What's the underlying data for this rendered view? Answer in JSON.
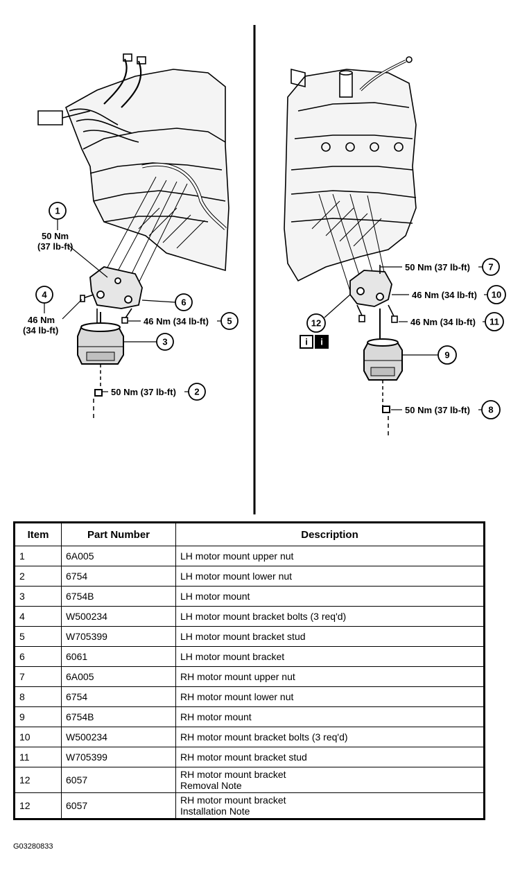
{
  "callouts": {
    "c1": {
      "num": "1",
      "torque_line1": "50 Nm",
      "torque_line2": "(37 lb-ft)"
    },
    "c2": {
      "num": "2",
      "torque": "50 Nm (37 lb-ft)"
    },
    "c3": {
      "num": "3"
    },
    "c4": {
      "num": "4",
      "torque_line1": "46 Nm",
      "torque_line2": "(34 lb-ft)"
    },
    "c5": {
      "num": "5",
      "torque": "46 Nm (34 lb-ft)"
    },
    "c6": {
      "num": "6"
    },
    "c7": {
      "num": "7",
      "torque": "50 Nm (37 lb-ft)"
    },
    "c8": {
      "num": "8",
      "torque": "50 Nm (37 lb-ft)"
    },
    "c9": {
      "num": "9"
    },
    "c10": {
      "num": "10",
      "torque": "46 Nm (34 lb-ft)"
    },
    "c11": {
      "num": "11",
      "torque": "46 Nm (34 lb-ft)"
    },
    "c12": {
      "num": "12",
      "info_icon_1": "i",
      "info_icon_2": "i"
    }
  },
  "table": {
    "headers": [
      "Item",
      "Part Number",
      "Description"
    ],
    "rows": [
      {
        "item": "1",
        "part": "6A005",
        "desc": "LH motor mount upper nut",
        "desc2": ""
      },
      {
        "item": "2",
        "part": "6754",
        "desc": "LH motor mount lower nut",
        "desc2": ""
      },
      {
        "item": "3",
        "part": "6754B",
        "desc": "LH motor mount",
        "desc2": ""
      },
      {
        "item": "4",
        "part": "W500234",
        "desc": "LH motor mount bracket bolts (3 req'd)",
        "desc2": ""
      },
      {
        "item": "5",
        "part": "W705399",
        "desc": "LH motor mount bracket stud",
        "desc2": ""
      },
      {
        "item": "6",
        "part": "6061",
        "desc": "LH motor mount bracket",
        "desc2": ""
      },
      {
        "item": "7",
        "part": "6A005",
        "desc": "RH motor mount upper nut",
        "desc2": ""
      },
      {
        "item": "8",
        "part": "6754",
        "desc": "RH motor mount lower nut",
        "desc2": ""
      },
      {
        "item": "9",
        "part": "6754B",
        "desc": "RH motor mount",
        "desc2": ""
      },
      {
        "item": "10",
        "part": "W500234",
        "desc": "RH motor mount bracket bolts (3 req'd)",
        "desc2": ""
      },
      {
        "item": "11",
        "part": "W705399",
        "desc": "RH motor mount bracket stud",
        "desc2": ""
      },
      {
        "item": "12",
        "part": "6057",
        "desc": "RH motor mount bracket",
        "desc2": "Removal Note"
      },
      {
        "item": "12",
        "part": "6057",
        "desc": "RH motor mount bracket",
        "desc2": "Installation Note"
      }
    ]
  },
  "figure_id": "G03280833"
}
